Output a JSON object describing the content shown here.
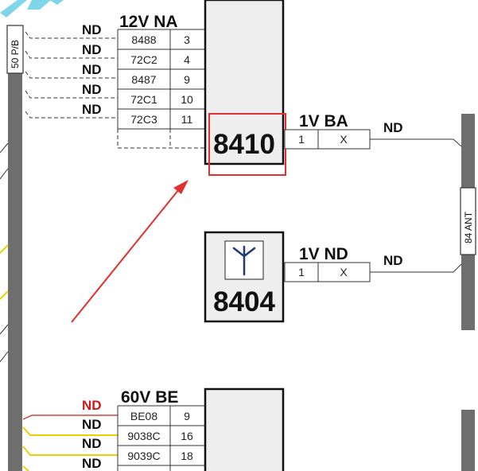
{
  "top_connector": {
    "header": "12V NA",
    "rows": [
      {
        "nd": "ND",
        "wire": "8488",
        "pin": "3"
      },
      {
        "nd": "ND",
        "wire": "72C2",
        "pin": "4"
      },
      {
        "nd": "ND",
        "wire": "8487",
        "pin": "9"
      },
      {
        "nd": "ND",
        "wire": "72C1",
        "pin": "10"
      },
      {
        "nd": "ND",
        "wire": "72C3",
        "pin": "11"
      }
    ]
  },
  "bus_left_label": "50 P/B",
  "bus_right_label": "84 ANT",
  "module_8410": {
    "label": "8410",
    "connector": {
      "header": "1V BA",
      "pin": "1",
      "cell": "X",
      "wire_label": "ND"
    }
  },
  "module_8404": {
    "label": "8404",
    "icon": "antenna-icon",
    "connector": {
      "header": "1V ND",
      "pin": "1",
      "cell": "X",
      "wire_label": "ND"
    }
  },
  "bottom_connector": {
    "header": "60V BE",
    "rows": [
      {
        "nd": "ND",
        "wire": "BE08",
        "pin": "9",
        "color": "#d01818"
      },
      {
        "nd": "ND",
        "wire": "9038C",
        "pin": "16",
        "color": "#e6d200"
      },
      {
        "nd": "ND",
        "wire": "9039C",
        "pin": "18",
        "color": "#e6d200"
      },
      {
        "nd": "ND",
        "wire": "",
        "pin": "",
        "color": "#e6d200"
      }
    ]
  },
  "colors": {
    "highlight": "#e03030",
    "bus": "#6e6e6e",
    "module_fill": "#eeeeee",
    "cable_cyan": "#7fd6e8",
    "wire_yellow": "#e6d200",
    "wire_red": "#d01818"
  }
}
